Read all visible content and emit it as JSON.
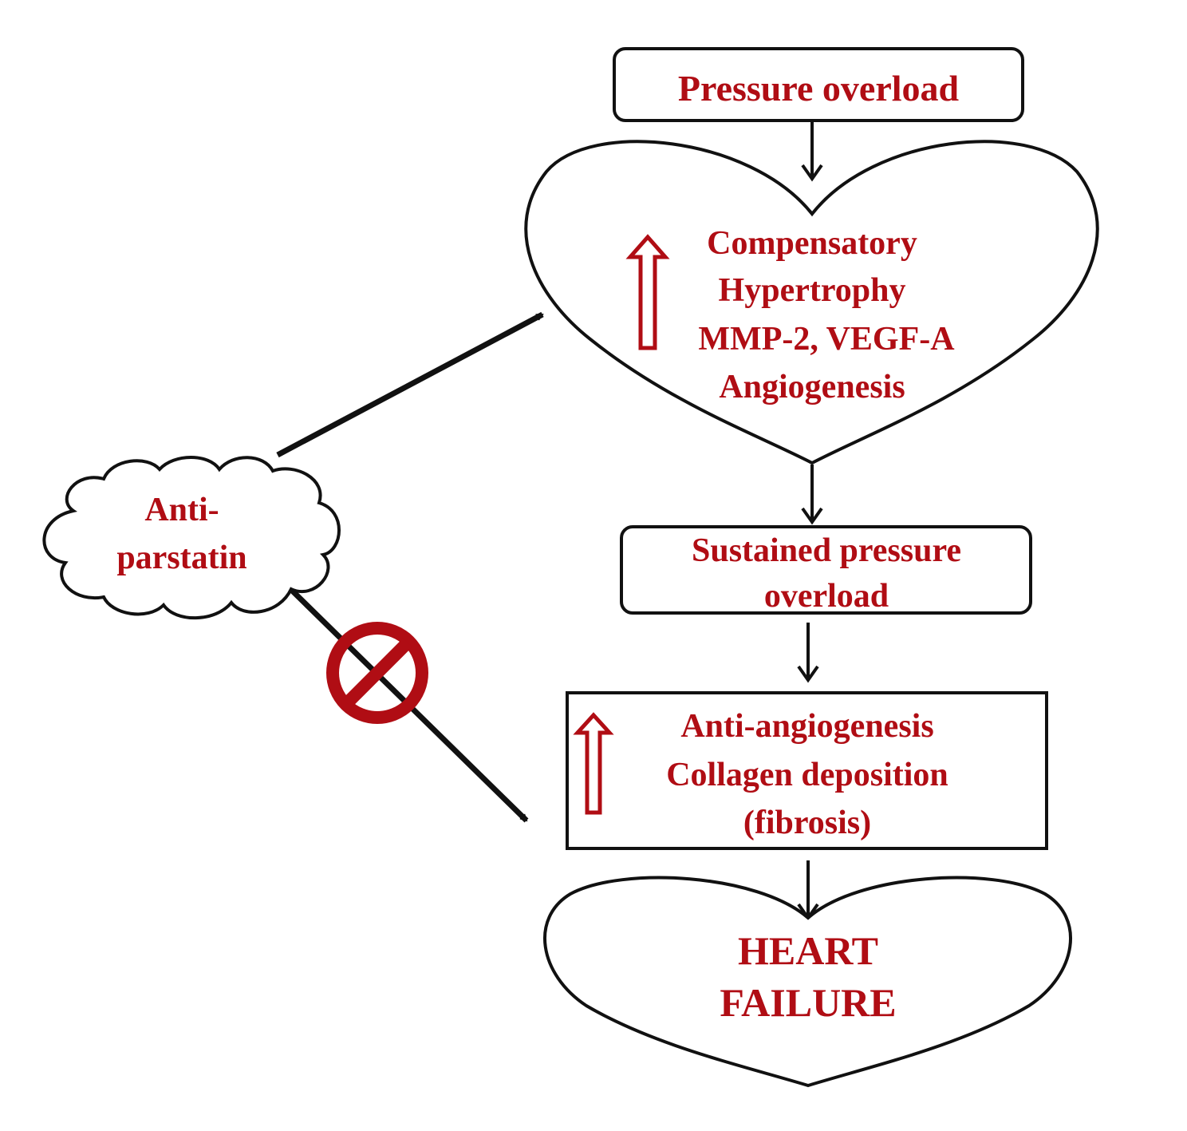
{
  "colors": {
    "text": "#b00d14",
    "stroke": "#111111",
    "inhibit": "#b00d14",
    "background": "#ffffff"
  },
  "nodes": {
    "pressure_overload": "Pressure overload",
    "compensatory": {
      "line1": "Compensatory",
      "line2": "Hypertrophy",
      "line3": "MMP-2, VEGF-A",
      "line4": "Angiogenesis"
    },
    "sustained": {
      "line1": "Sustained pressure",
      "line2": "overload"
    },
    "anti_angiogenesis": {
      "line1": "Anti-angiogenesis",
      "line2": "Collagen deposition",
      "line3": "(fibrosis)"
    },
    "heart_failure": {
      "line1": "HEART",
      "line2": "FAILURE"
    },
    "anti_parstatin": {
      "line1": "Anti-",
      "line2": "parstatin"
    }
  },
  "icons": {
    "increase": "up-arrow-outline-icon",
    "inhibit": "prohibition-sign-icon"
  }
}
